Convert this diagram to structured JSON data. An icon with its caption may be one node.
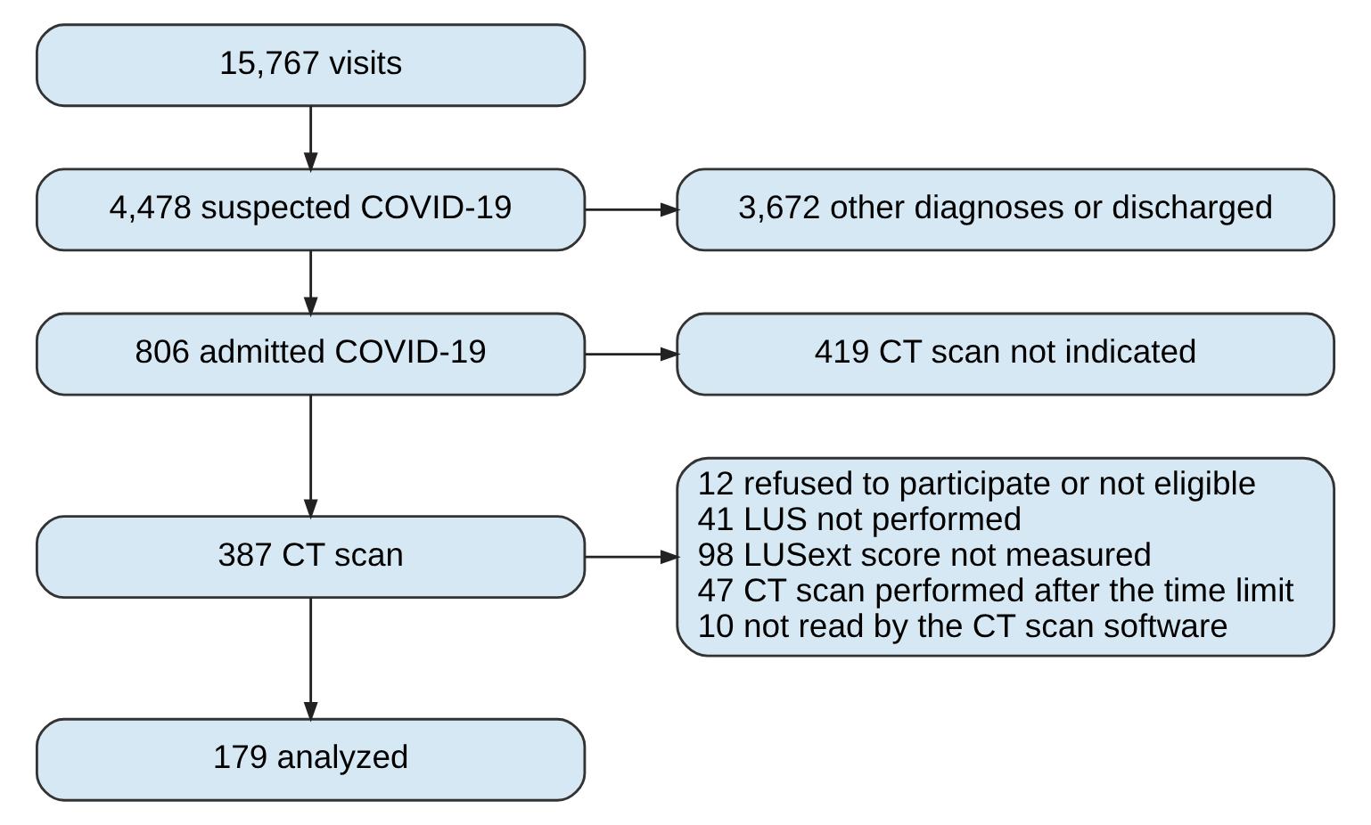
{
  "diagram": {
    "nodes": [
      {
        "text": [
          "15,767 visits"
        ]
      },
      {
        "text": [
          "4,478 suspected COVID-19"
        ]
      },
      {
        "text": [
          "3,672 other diagnoses or discharged"
        ]
      },
      {
        "text": [
          "806 admitted COVID-19"
        ]
      },
      {
        "text": [
          "419 CT scan not indicated"
        ]
      },
      {
        "text": [
          "387 CT scan"
        ]
      },
      {
        "text": [
          "12 refused to participate or not eligible",
          "41 LUS not performed",
          "98 LUSext score not measured",
          "47 CT scan performed after the time limit",
          "10 not read by the CT scan software"
        ]
      },
      {
        "text": [
          "179 analyzed"
        ]
      }
    ],
    "edges": [
      {
        "from": 0,
        "to": 1,
        "arrow": "to"
      },
      {
        "from": 1,
        "to": 2,
        "arrow": "to"
      },
      {
        "from": 1,
        "to": 3,
        "arrow": "to"
      },
      {
        "from": 3,
        "to": 4,
        "arrow": "to"
      },
      {
        "from": 3,
        "to": 5,
        "arrow": "to"
      },
      {
        "from": 5,
        "to": 6,
        "arrow": "to"
      },
      {
        "from": 5,
        "to": 7,
        "arrow": "to"
      }
    ]
  }
}
